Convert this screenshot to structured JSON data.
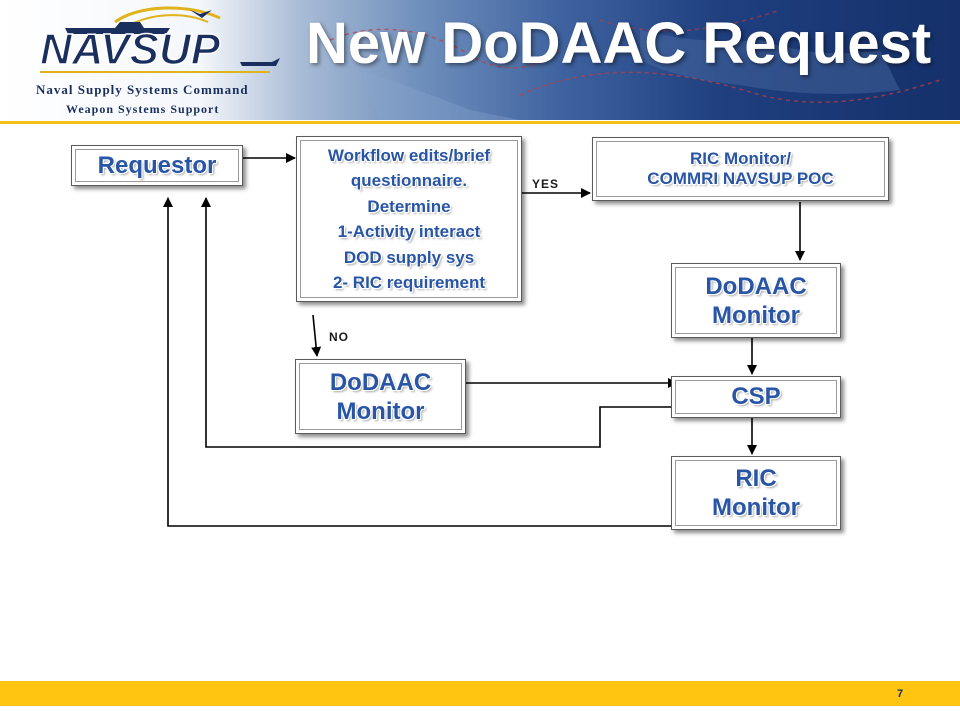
{
  "header": {
    "logo_text": "NAVSUP",
    "logo_line1": "Naval Supply Systems Command",
    "logo_line2": "Weapon Systems Support",
    "title": "New DoDAAC Request"
  },
  "nodes": {
    "requestor": "Requestor",
    "workflow": "Workflow edits/brief\nquestionnaire.\nDetermine\n1-Activity interact\nDOD supply sys\n2- RIC requirement",
    "ric_monitor_poc": "RIC Monitor/\nCOMMRI NAVSUP POC",
    "dodaac_monitor_right": "DoDAAC\nMonitor",
    "dodaac_monitor_left": "DoDAAC\nMonitor",
    "csp": "CSP",
    "ric_monitor": "RIC\nMonitor"
  },
  "edges": {
    "yes_label": "YES",
    "no_label": "NO"
  },
  "footer": {
    "page_number": "7"
  },
  "colors": {
    "node_text": "#2855a5",
    "accent_gold": "#ffc510",
    "header_dark": "#15306a"
  }
}
